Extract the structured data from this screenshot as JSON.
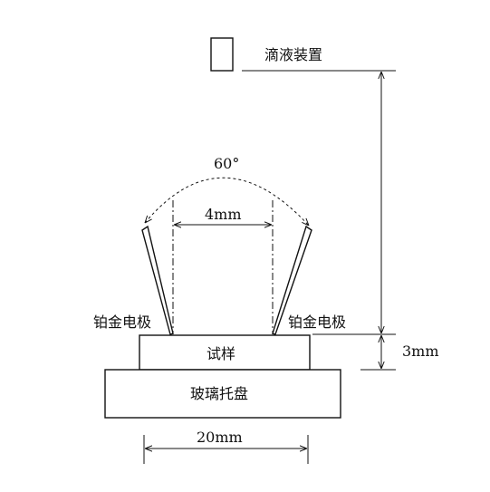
{
  "labels": {
    "dropper": "滴液装置",
    "angle": "60°",
    "width_4mm": "4mm",
    "electrode_left": "铂金电极",
    "electrode_right": "铂金电极",
    "sample": "试样",
    "glass_tray": "玻璃托盘",
    "width_20mm": "20mm",
    "height_3mm": "3mm"
  }
}
